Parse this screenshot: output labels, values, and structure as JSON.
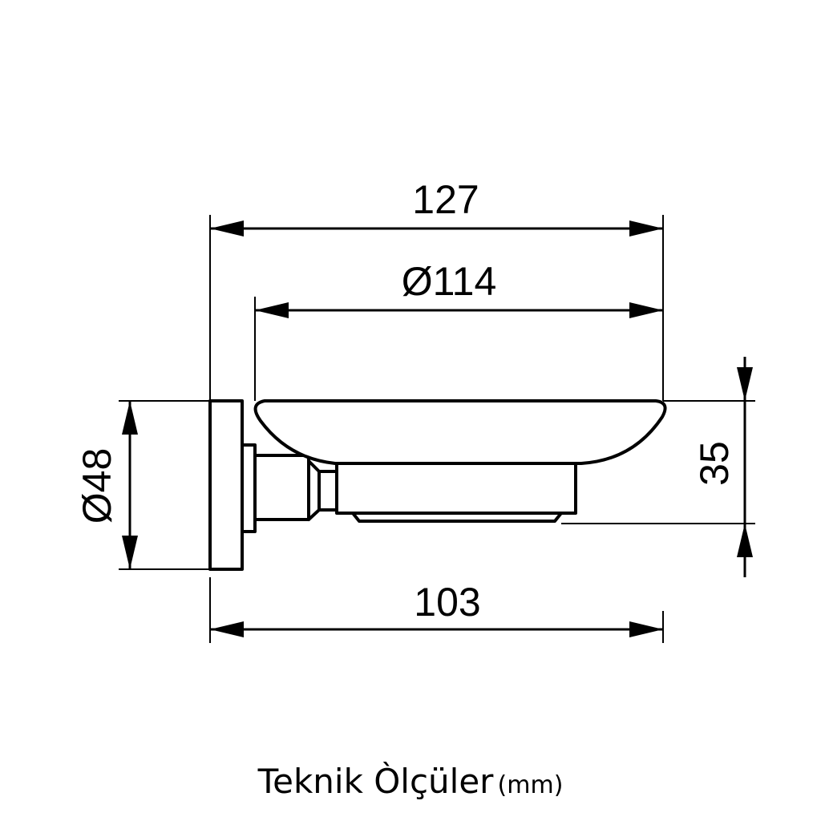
{
  "dimensions": {
    "overall_width": "127",
    "dish_diameter": "Ø114",
    "flange_diameter": "Ø48",
    "height": "35",
    "projection": "103"
  },
  "caption": {
    "title": "Teknik Òlçüler",
    "unit": "(mm)"
  }
}
